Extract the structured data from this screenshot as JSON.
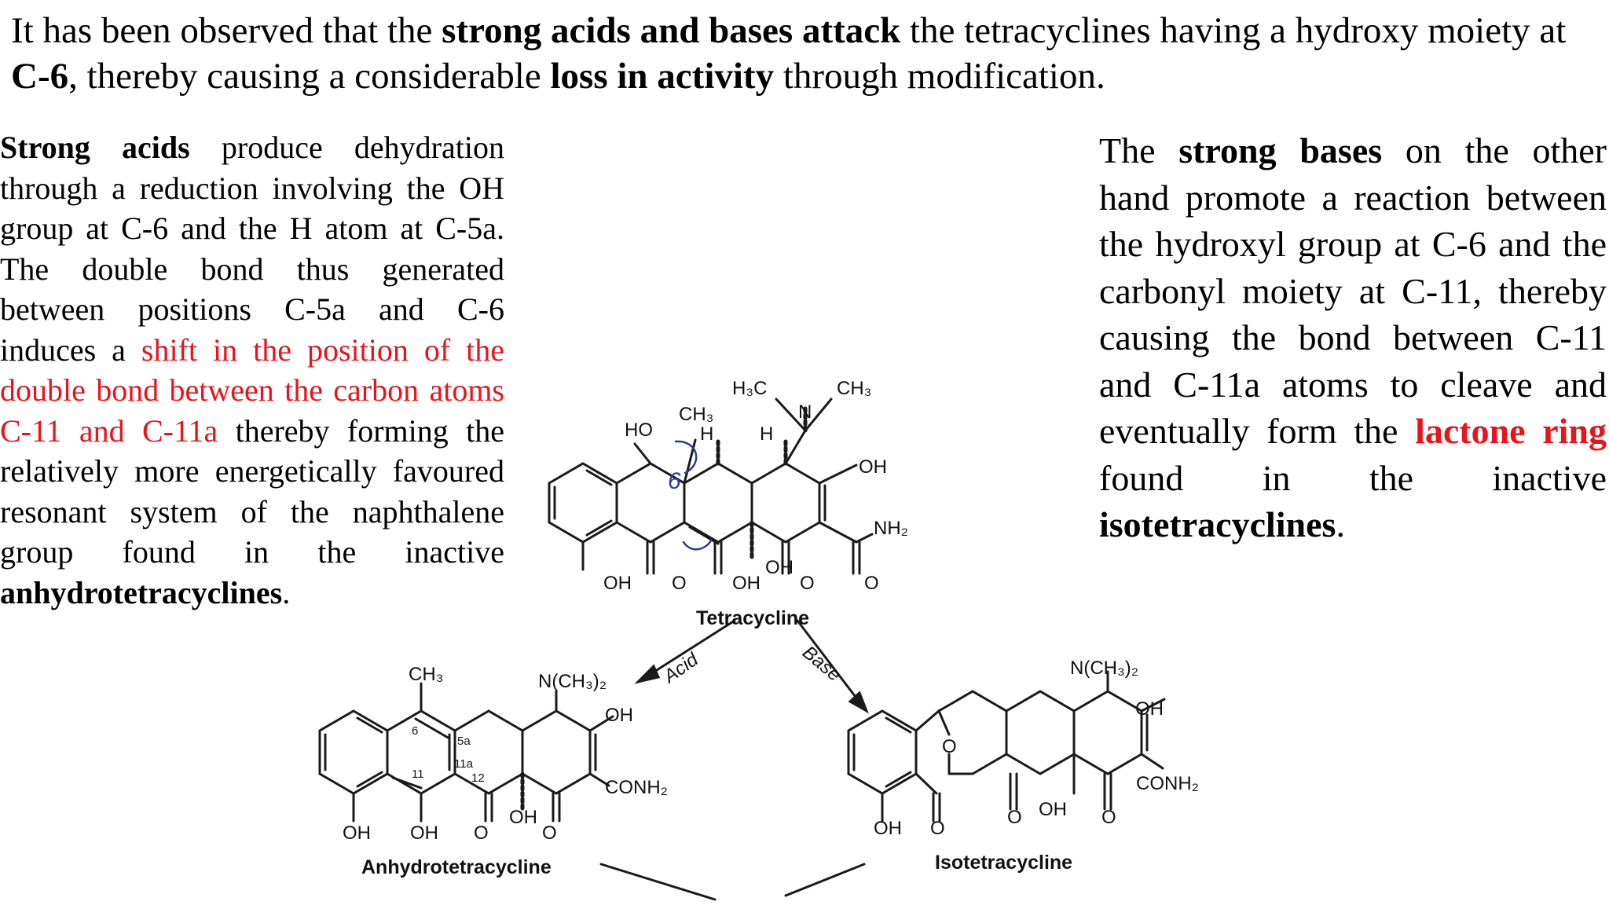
{
  "intro": {
    "t1": "It has been observed that the ",
    "b1": "strong acids and bases attack",
    "t2": " the tetracyclines having a hydroxy moiety at ",
    "b2": "C-6",
    "t3": ", thereby causing a considerable ",
    "b3": "loss in activity",
    "t4": " through modification."
  },
  "left": {
    "b1": "Strong acids",
    "t1": " produce dehydration through a reduction involving the OH group at C-6 and the H atom at C-5a. The double bond thus generated between positions C-5a and C-6 induces a ",
    "r1": "shift in the position of the double bond between the carbon atoms C-11 and C-11a",
    "t2": " thereby forming the relatively more energetically favoured resonant system of the naphthalene group found in the inactive ",
    "b2": "anhydrotetracyclines",
    "t3": "."
  },
  "right": {
    "t1": "The ",
    "b1": "strong bases",
    "t2": " on the other hand promote a reaction between the hydroxyl group at C-6 and the carbonyl moiety at C-11, thereby causing the bond between C-11 and C-11a atoms to cleave and eventually form the ",
    "r1": "lactone ring",
    "t3": " found in the inactive ",
    "b2": "isotetracyclines",
    "t4": "."
  },
  "scheme": {
    "tetracycline": {
      "caption": "Tetracycline",
      "h3c": "H₃C",
      "ch3_right": "CH₃",
      "n": "N",
      "ch3": "CH₃",
      "ho": "HO",
      "h1": "H",
      "h2": "H",
      "oh_right": "OH",
      "nh2": "NH₂",
      "oh1": "OH",
      "o1": "O",
      "oh2": "OH",
      "oh3": "OH",
      "o2": "O",
      "o3": "O",
      "six": "6"
    },
    "acid_label": "Acid",
    "base_label": "Base",
    "anhydro": {
      "caption": "Anhydrotetracycline",
      "ch3": "CH₃",
      "nme2": "N(CH₃)₂",
      "oh_right": "OH",
      "conh2": "CONH₂",
      "n6": "6",
      "n5a": "5a",
      "n11a": "11a",
      "n11": "11",
      "n12": "12",
      "oh1": "OH",
      "oh2": "OH",
      "o1": "O",
      "oh3": "OH",
      "o2": "O"
    },
    "iso": {
      "caption": "Isotetracycline",
      "nme2": "N(CH₃)₂",
      "oh_right": "OH",
      "conh2": "CONH₂",
      "o_ring": "O",
      "oh1": "OH",
      "o1": "O",
      "o2": "O",
      "oh2": "OH",
      "o3": "O"
    }
  },
  "colors": {
    "red": "#e8141b",
    "text": "#000000",
    "stroke": "#1a1a1a",
    "annotation": "#2a3f8f"
  }
}
